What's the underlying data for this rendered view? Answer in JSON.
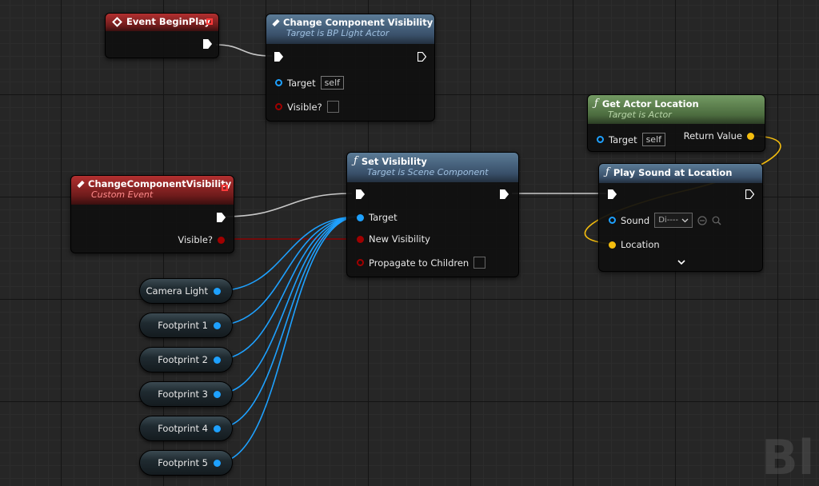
{
  "nodes": {
    "event_beginplay": {
      "title": "Event BeginPlay"
    },
    "change_vis": {
      "title": "Change Component Visibility",
      "subtitle": "Target is BP Light Actor",
      "target_label": "Target",
      "target_value": "self",
      "visible_label": "Visible?"
    },
    "get_actor_location": {
      "title": "Get Actor Location",
      "subtitle": "Target is Actor",
      "target_label": "Target",
      "target_value": "self",
      "return_label": "Return Value"
    },
    "custom_event": {
      "title": "ChangeComponentVisibility",
      "subtitle": "Custom Event",
      "visible_label": "Visible?"
    },
    "set_visibility": {
      "title": "Set Visibility",
      "subtitle": "Target is Scene Component",
      "target_label": "Target",
      "new_vis_label": "New Visibility",
      "propagate_label": "Propagate to Children"
    },
    "play_sound": {
      "title": "Play Sound at Location",
      "sound_label": "Sound",
      "sound_value": "Di----",
      "location_label": "Location"
    }
  },
  "variables": [
    "Camera Light",
    "Footprint 1",
    "Footprint 2",
    "Footprint 3",
    "Footprint 4",
    "Footprint 5"
  ],
  "watermark": "Bl",
  "colors": {
    "exec": "#ffffff",
    "object": "#1ea1ff",
    "bool": "#a00000",
    "vector": "#f4bd0e"
  }
}
